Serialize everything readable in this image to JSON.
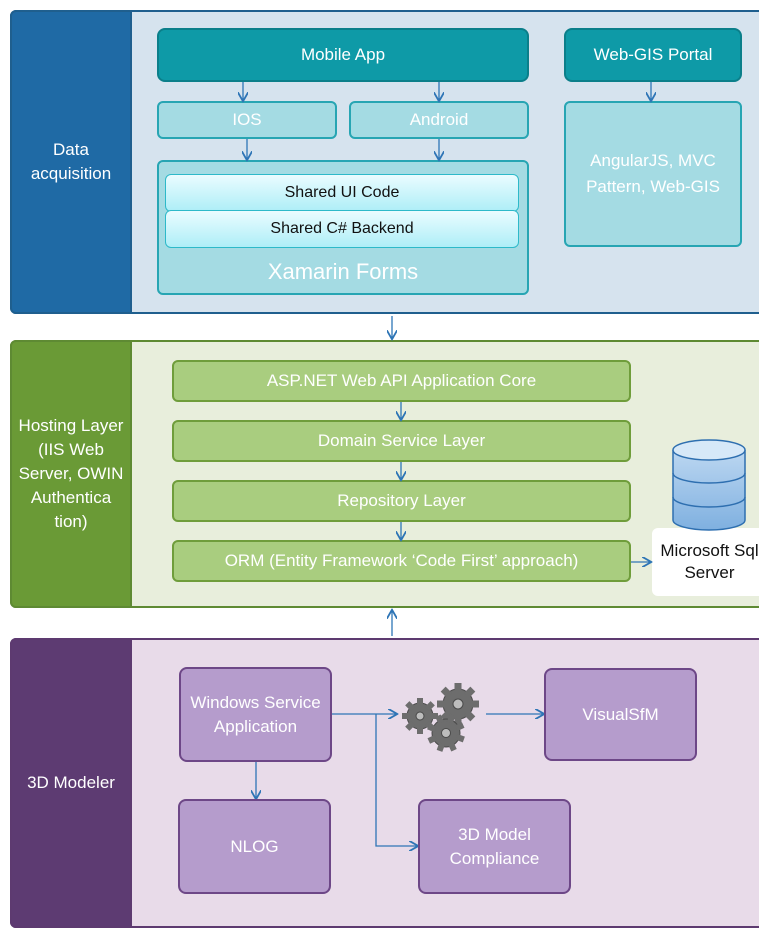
{
  "layers": {
    "data_acquisition": {
      "label": "Data acquisition"
    },
    "hosting": {
      "label": "Hosting Layer (IIS Web Server, OWIN Authentica tion)"
    },
    "modeler": {
      "label": "3D Modeler"
    }
  },
  "data_acquisition": {
    "mobile_app": "Mobile App",
    "ios": "IOS",
    "android": "Android",
    "shared_ui": "Shared UI Code",
    "shared_backend": "Shared C# Backend",
    "xamarin": "Xamarin Forms",
    "web_gis_portal": "Web-GIS Portal",
    "web_gis_tech": "AngularJS, MVC Pattern, Web-GIS"
  },
  "hosting": {
    "api_core": "ASP.NET Web API Application Core",
    "domain_service": "Domain Service Layer",
    "repository": "Repository Layer",
    "orm": "ORM (Entity Framework ‘Code First’ approach)",
    "sql_server": "Microsoft Sql Server"
  },
  "modeler": {
    "windows_service": "Windows Service Application",
    "visualsfm": "VisualSfM",
    "nlog": "NLOG",
    "compliance": "3D Model Compliance"
  },
  "colors": {
    "data_layer": "#1f6aa5",
    "hosting_layer": "#6a9a36",
    "modeler_layer": "#5d3b72",
    "arrow": "#2e75b6"
  }
}
